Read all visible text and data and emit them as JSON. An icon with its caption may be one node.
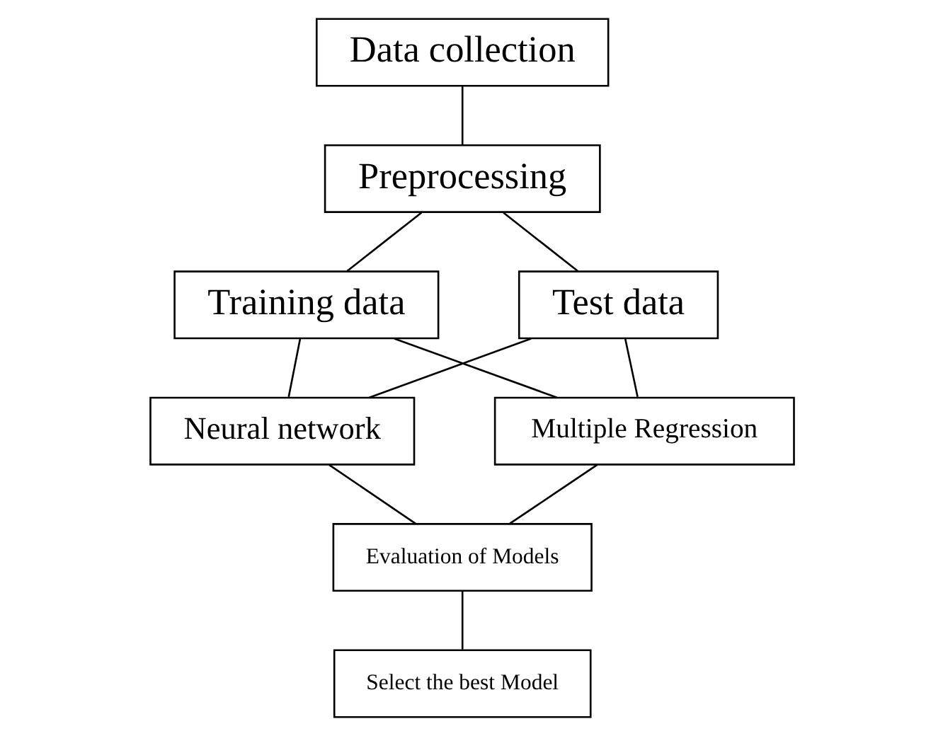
{
  "diagram": {
    "nodes": [
      {
        "text": [
          "Data collection"
        ]
      },
      {
        "text": [
          "Preprocessing"
        ]
      },
      {
        "text": [
          "Training data"
        ]
      },
      {
        "text": [
          "Test data"
        ]
      },
      {
        "text": [
          "Neural network"
        ]
      },
      {
        "text": [
          "Multiple Regression"
        ]
      },
      {
        "text": [
          "Evaluation of Models"
        ]
      },
      {
        "text": [
          "Select the best Model"
        ]
      }
    ],
    "edges": [
      {
        "from": 0,
        "to": 1,
        "arrow": "none"
      },
      {
        "from": 1,
        "to": 2,
        "arrow": "none"
      },
      {
        "from": 1,
        "to": 3,
        "arrow": "none"
      },
      {
        "from": 2,
        "to": 4,
        "arrow": "none"
      },
      {
        "from": 2,
        "to": 5,
        "arrow": "none"
      },
      {
        "from": 3,
        "to": 4,
        "arrow": "none"
      },
      {
        "from": 3,
        "to": 5,
        "arrow": "none"
      },
      {
        "from": 4,
        "to": 6,
        "arrow": "none"
      },
      {
        "from": 5,
        "to": 6,
        "arrow": "none"
      },
      {
        "from": 6,
        "to": 7,
        "arrow": "none"
      }
    ]
  }
}
